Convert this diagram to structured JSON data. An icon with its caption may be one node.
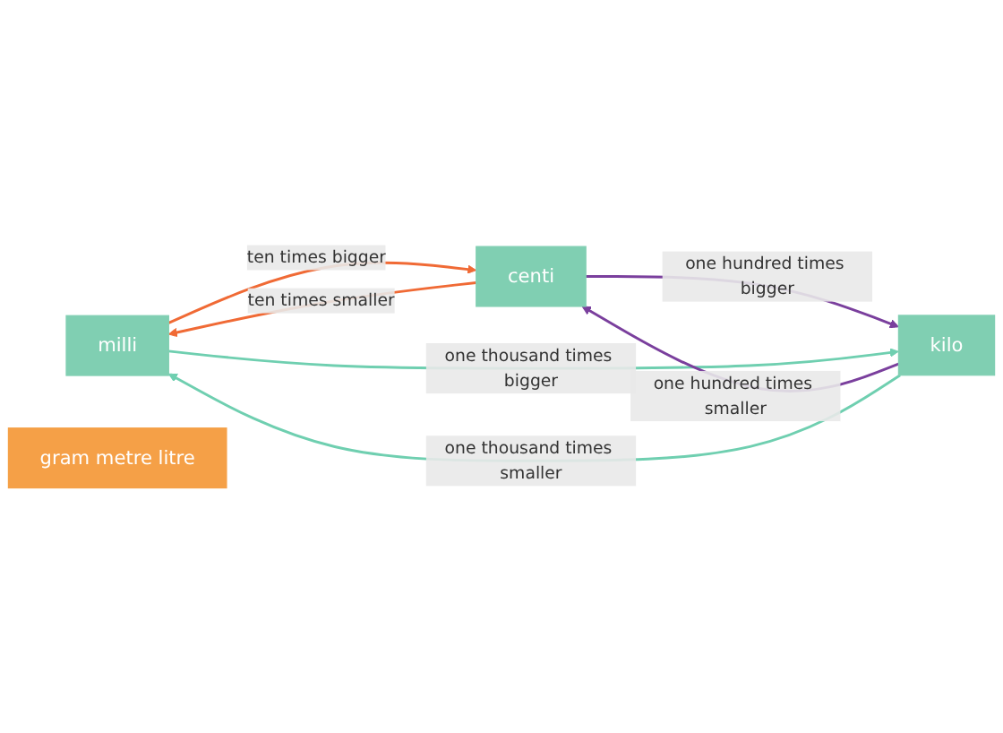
{
  "diagram": {
    "nodes": [
      {
        "text": [
          "milli"
        ]
      },
      {
        "text": [
          "centi"
        ]
      },
      {
        "text": [
          "kilo"
        ]
      },
      {
        "text": [
          "gram metre litre"
        ]
      }
    ],
    "edges": [
      {
        "from": 0,
        "to": 1,
        "arrow": "to",
        "label": "ten times bigger",
        "color": "#f06a35"
      },
      {
        "from": 1,
        "to": 2,
        "arrow": "to",
        "label": "one hundred times bigger",
        "color": "#7a3f9d"
      },
      {
        "from": 0,
        "to": 2,
        "arrow": "to",
        "label": "one thousand times bigger",
        "color": "#6fcfb0"
      },
      {
        "from": 1,
        "to": 0,
        "arrow": "to",
        "label": "ten times smaller",
        "color": "#f06a35"
      },
      {
        "from": 2,
        "to": 1,
        "arrow": "to",
        "label": "one hundred times smaller",
        "color": "#7a3f9d"
      },
      {
        "from": 2,
        "to": 0,
        "arrow": "to",
        "label": "one thousand times smaller",
        "color": "#6fcfb0"
      }
    ]
  }
}
